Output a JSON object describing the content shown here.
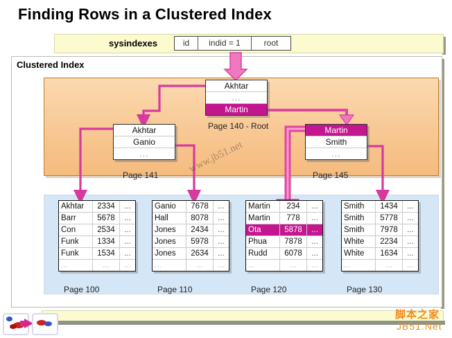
{
  "slide": {
    "title": "Finding Rows in a Clustered Index",
    "panel_title": "Clustered Index",
    "diagonal_watermark": "www.jb51.net"
  },
  "sysindexes": {
    "label": "sysindexes",
    "columns": [
      "id",
      "indid = 1",
      "root"
    ]
  },
  "index_nodes": [
    {
      "id": "page140",
      "page_label": "Page 140 - Root",
      "rows": [
        {
          "text": "Akhtar",
          "highlight": false
        },
        {
          "text": "...",
          "highlight": false,
          "dots": true
        },
        {
          "text": "Martin",
          "highlight": true
        }
      ]
    },
    {
      "id": "page141",
      "page_label": "Page 141",
      "rows": [
        {
          "text": "Akhtar",
          "highlight": false
        },
        {
          "text": "Ganio",
          "highlight": false
        },
        {
          "text": "...",
          "highlight": false,
          "dots": true
        }
      ]
    },
    {
      "id": "page145",
      "page_label": "Page 145",
      "rows": [
        {
          "text": "Martin",
          "highlight": true
        },
        {
          "text": "Smith",
          "highlight": false
        },
        {
          "text": "...",
          "highlight": false,
          "dots": true
        }
      ]
    }
  ],
  "data_pages": [
    {
      "id": "page100",
      "page_label": "Page 100",
      "rows": [
        {
          "key": "Akhtar",
          "value": "2334",
          "extra": "...",
          "highlight": false
        },
        {
          "key": "Barr",
          "value": "5678",
          "extra": "...",
          "highlight": false
        },
        {
          "key": "Con",
          "value": "2534",
          "extra": "...",
          "highlight": false
        },
        {
          "key": "Funk",
          "value": "1334",
          "extra": "...",
          "highlight": false
        },
        {
          "key": "Funk",
          "value": "1534",
          "extra": "...",
          "highlight": false
        },
        {
          "key": "...",
          "value": "...",
          "extra": "...",
          "highlight": false,
          "dots": true
        }
      ]
    },
    {
      "id": "page110",
      "page_label": "Page 110",
      "rows": [
        {
          "key": "Ganio",
          "value": "7678",
          "extra": "...",
          "highlight": false
        },
        {
          "key": "Hall",
          "value": "8078",
          "extra": "...",
          "highlight": false
        },
        {
          "key": "Jones",
          "value": "2434",
          "extra": "...",
          "highlight": false
        },
        {
          "key": "Jones",
          "value": "5978",
          "extra": "...",
          "highlight": false
        },
        {
          "key": "Jones",
          "value": "2634",
          "extra": "...",
          "highlight": false
        },
        {
          "key": "...",
          "value": "...",
          "extra": "...",
          "highlight": false,
          "dots": true
        }
      ]
    },
    {
      "id": "page120",
      "page_label": "Page 120",
      "rows": [
        {
          "key": "Martin",
          "value": "234",
          "extra": "...",
          "highlight": false
        },
        {
          "key": "Martin",
          "value": "778",
          "extra": "...",
          "highlight": false
        },
        {
          "key": "Ota",
          "value": "5878",
          "extra": "...",
          "highlight": true
        },
        {
          "key": "Phua",
          "value": "7878",
          "extra": "...",
          "highlight": false
        },
        {
          "key": "Rudd",
          "value": "6078",
          "extra": "...",
          "highlight": false
        },
        {
          "key": "...",
          "value": "...",
          "extra": "...",
          "highlight": false,
          "dots": true
        }
      ]
    },
    {
      "id": "page130",
      "page_label": "Page 130",
      "rows": [
        {
          "key": "Smith",
          "value": "1434",
          "extra": "...",
          "highlight": false
        },
        {
          "key": "Smith",
          "value": "5778",
          "extra": "...",
          "highlight": false
        },
        {
          "key": "Smith",
          "value": "7978",
          "extra": "...",
          "highlight": false
        },
        {
          "key": "White",
          "value": "2234",
          "extra": "...",
          "highlight": false
        },
        {
          "key": "White",
          "value": "1634",
          "extra": "...",
          "highlight": false
        },
        {
          "key": "...",
          "value": "...",
          "extra": "...",
          "highlight": false,
          "dots": true
        }
      ]
    }
  ],
  "watermark": {
    "cn": "脚本之家",
    "en": "JB51.Net"
  },
  "colors": {
    "highlight": "#c4168f",
    "connector": "#d63a9e",
    "index_region": "#f8c894",
    "data_region": "#d5e7f7",
    "banner": "#fbfbcf",
    "watermark": "#f08a1e"
  }
}
